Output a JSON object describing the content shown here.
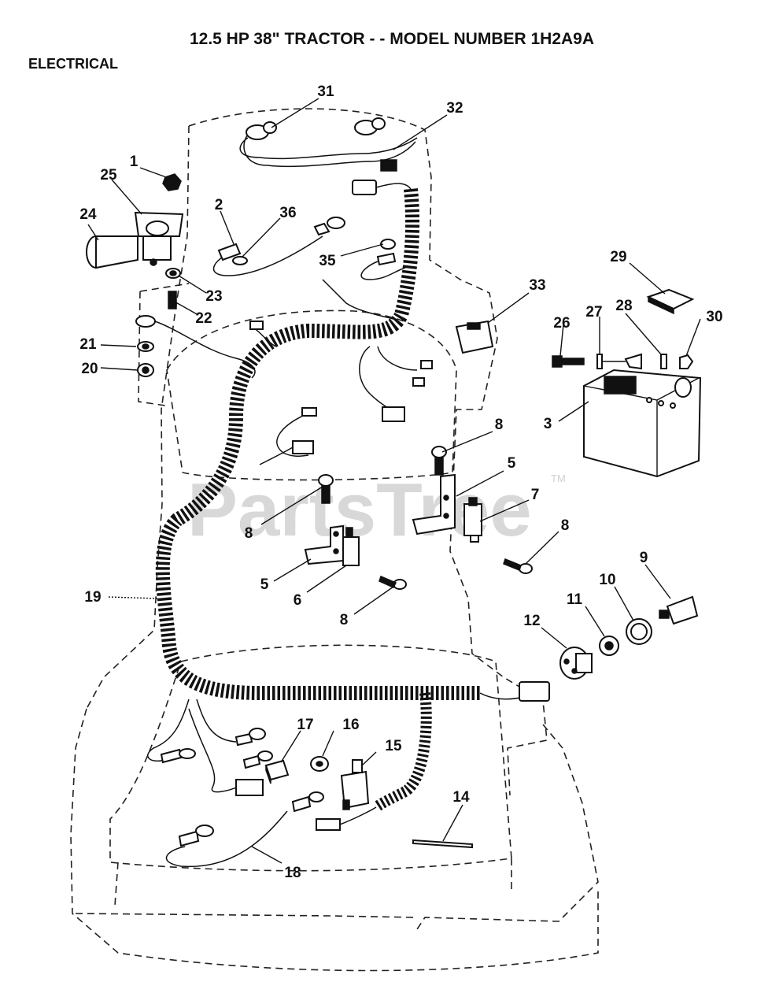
{
  "title": "12.5 HP 38\" TRACTOR - - MODEL NUMBER 1H2A9A",
  "section": "ELECTRICAL",
  "watermark": "PartsTree",
  "trademark": "TM",
  "callouts": {
    "c1": "1",
    "c2": "2",
    "c3": "3",
    "c5a": "5",
    "c5b": "5",
    "c6": "6",
    "c7": "7",
    "c8a": "8",
    "c8b": "8",
    "c8c": "8",
    "c8d": "8",
    "c9": "9",
    "c10": "10",
    "c11": "11",
    "c12": "12",
    "c14": "14",
    "c15": "15",
    "c16": "16",
    "c17": "17",
    "c18": "18",
    "c19": "19",
    "c20": "20",
    "c21": "21",
    "c22": "22",
    "c23": "23",
    "c24": "24",
    "c25": "25",
    "c26": "26",
    "c27": "27",
    "c28": "28",
    "c29": "29",
    "c30": "30",
    "c31": "31",
    "c32": "32",
    "c33": "33",
    "c35": "35",
    "c36": "36"
  },
  "colors": {
    "line": "#111111",
    "watermark": "#d8d8d8",
    "background": "#ffffff"
  }
}
